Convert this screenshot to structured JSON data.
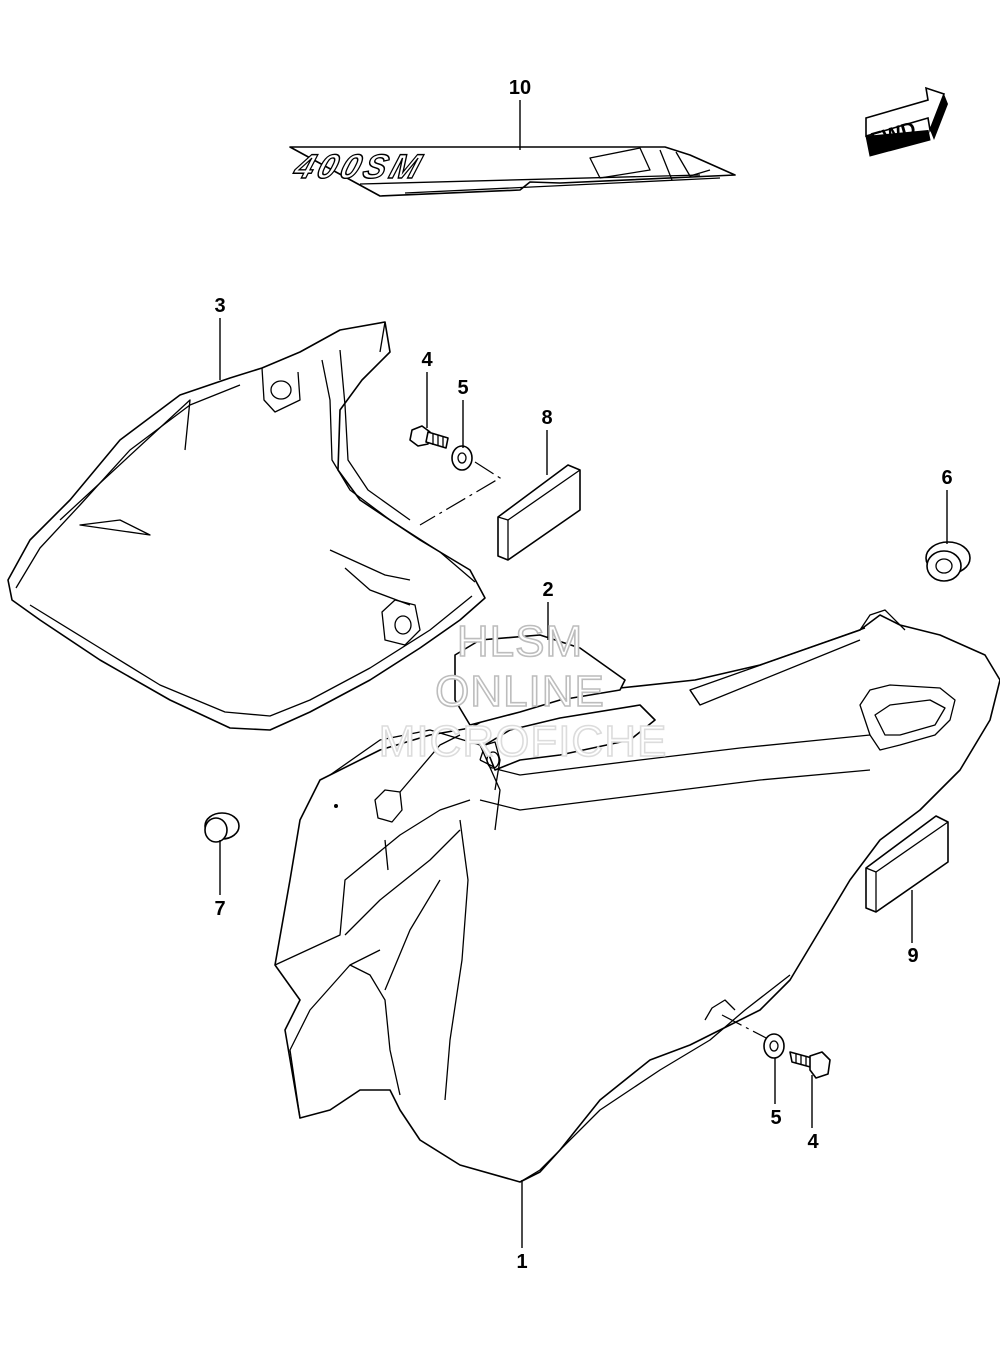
{
  "callouts": {
    "c10": "10",
    "c3": "3",
    "c4a": "4",
    "c5a": "5",
    "c8": "8",
    "c6": "6",
    "c2": "2",
    "c7": "7",
    "c9": "9",
    "c5b": "5",
    "c4b": "4",
    "c1": "1"
  },
  "fwd_arrow": {
    "label": "FWD"
  },
  "decal": {
    "text": "400SM"
  },
  "watermark": {
    "line1": "HLSM",
    "line2": "ONLINE",
    "line3": "MICROFICHE"
  }
}
